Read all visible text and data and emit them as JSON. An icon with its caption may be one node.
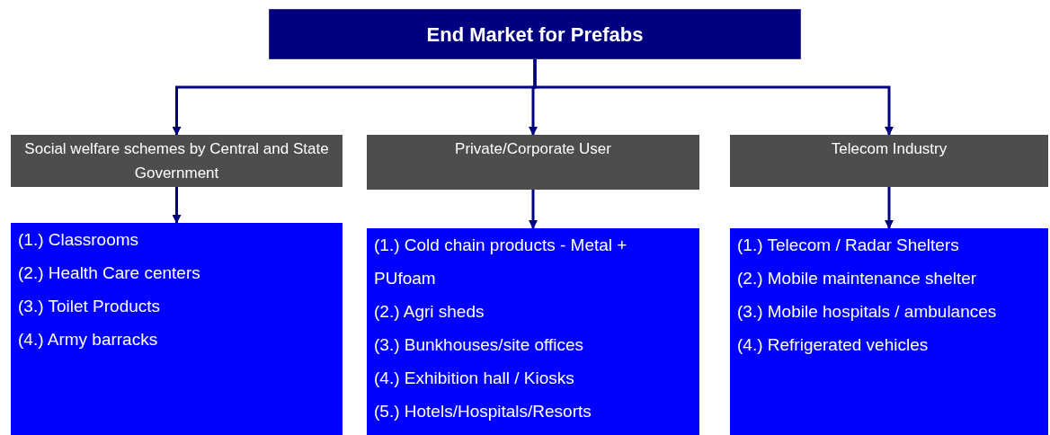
{
  "diagram": {
    "nodes": [
      {
        "text": [
          "End Market for Prefabs"
        ]
      },
      {
        "text": [
          "Social welfare schemes by Central and State Government"
        ]
      },
      {
        "text": [
          "Private/Corporate User"
        ]
      },
      {
        "text": [
          "Telecom Industry"
        ]
      },
      {
        "text": [
          "(1.) Classrooms",
          "(2.) Health Care centers",
          "(3.) Toilet Products",
          "(4.) Army barracks"
        ]
      },
      {
        "text": [
          "(1.) Cold chain products - Metal + PUfoam",
          "(2.) Agri sheds",
          "(3.) Bunkhouses/site offices",
          "(4.) Exhibition hall / Kiosks",
          "(5.) Hotels/Hospitals/Resorts"
        ]
      },
      {
        "text": [
          "(1.) Telecom / Radar Shelters",
          "(2.) Mobile maintenance shelter",
          "(3.) Mobile hospitals / ambulances",
          "(4.) Refrigerated vehicles"
        ]
      }
    ],
    "edges": [
      {
        "from": 0,
        "to": 1,
        "arrow": "to"
      },
      {
        "from": 0,
        "to": 2,
        "arrow": "to"
      },
      {
        "from": 0,
        "to": 3,
        "arrow": "to"
      },
      {
        "from": 1,
        "to": 4,
        "arrow": "to"
      },
      {
        "from": 2,
        "to": 5,
        "arrow": "to"
      },
      {
        "from": 3,
        "to": 6,
        "arrow": "to"
      }
    ]
  }
}
